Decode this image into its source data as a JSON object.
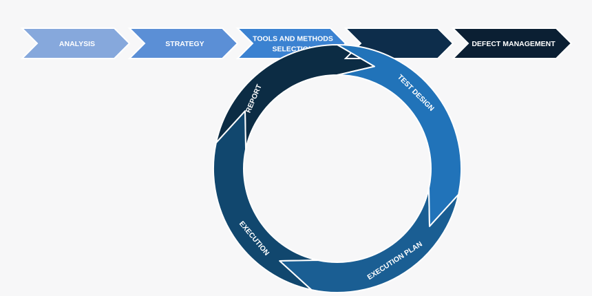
{
  "process": {
    "steps": [
      {
        "label_lines": [
          "ANALYSIS"
        ],
        "color": "#86a8dc"
      },
      {
        "label_lines": [
          "STRATEGY"
        ],
        "color": "#5b8fd6"
      },
      {
        "label_lines": [
          "TOOLS AND METHODS",
          "SELECTION"
        ],
        "color": "#3b82d1"
      },
      {
        "label_lines": [
          ""
        ],
        "color": "#0d2d4b"
      },
      {
        "label_lines": [
          "DEFECT MANAGEMENT"
        ],
        "color": "#0b1f33"
      }
    ]
  },
  "cycle": {
    "segments": [
      {
        "label": "TEST DESIGN",
        "color": "#2173b9"
      },
      {
        "label": "EXECUTION PLAN",
        "color": "#1a5e93"
      },
      {
        "label": "EXECUTION",
        "color": "#11476e"
      },
      {
        "label": "REPORT",
        "color": "#0c2c44"
      }
    ]
  }
}
